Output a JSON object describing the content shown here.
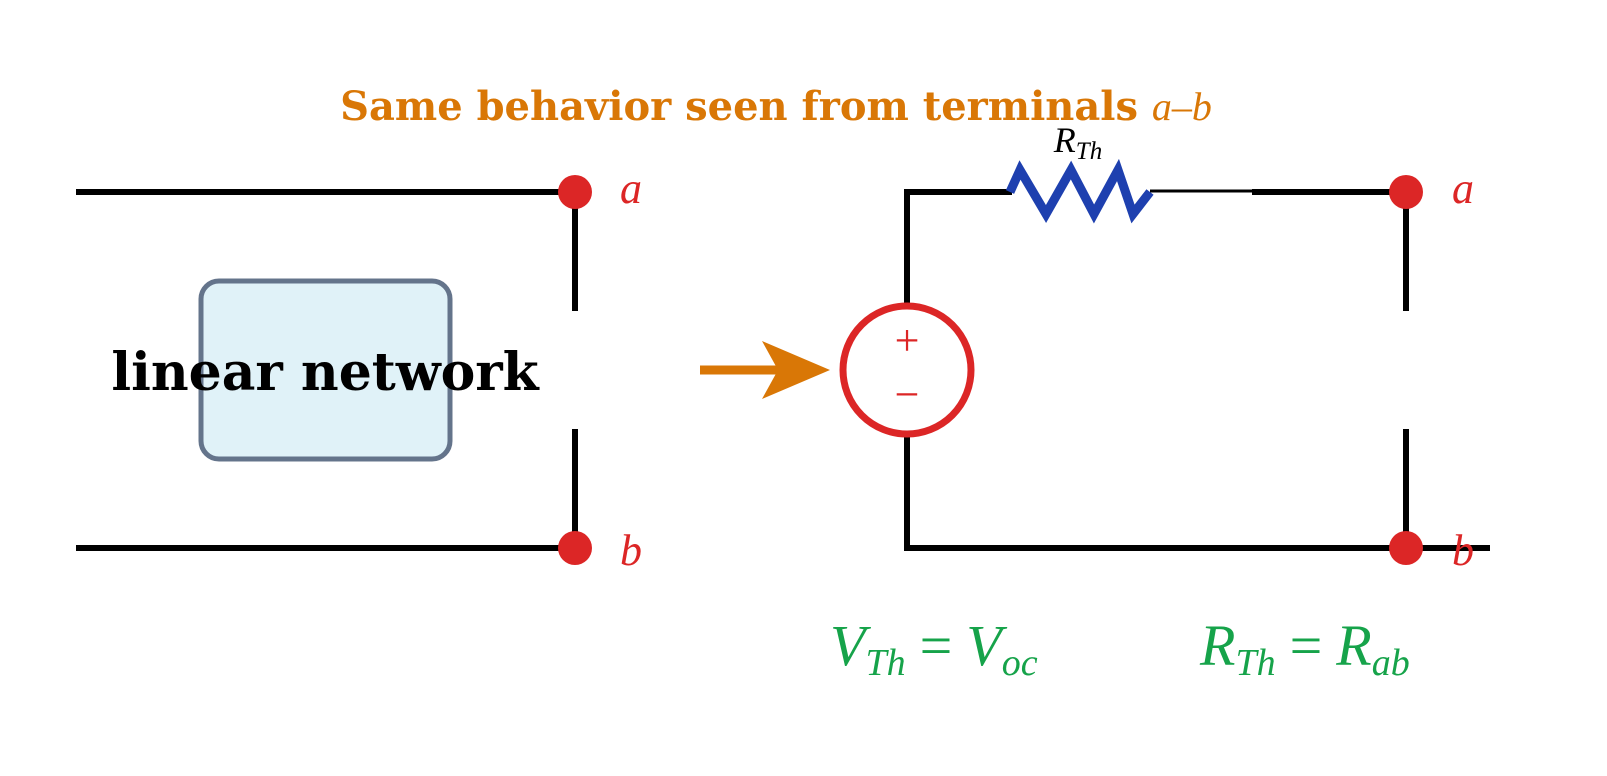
{
  "title": {
    "text": "Same behavior seen from terminals ",
    "vars": [
      "a",
      "–",
      "b"
    ]
  },
  "left": {
    "box_label": "linear network",
    "terminal_a": "a",
    "terminal_b": "b"
  },
  "right": {
    "resistor_label": {
      "base": "R",
      "sub": "Th"
    },
    "source_plus": "+",
    "source_minus": "−",
    "terminal_a": "a",
    "terminal_b": "b"
  },
  "equations": {
    "vth": {
      "lhs_base": "V",
      "lhs_sub": "Th",
      "eq": "=",
      "rhs_base": "V",
      "rhs_sub": "oc"
    },
    "rth": {
      "lhs_base": "R",
      "lhs_sub": "Th",
      "eq": "=",
      "rhs_base": "R",
      "rhs_sub": "ab"
    }
  },
  "colors": {
    "title": "#d97706",
    "terminal": "#dc2626",
    "resistor": "#1e40af",
    "equation": "#16a34a",
    "box_fill": "#e0f2f8",
    "box_stroke": "#64748b",
    "arrow": "#d97706"
  }
}
